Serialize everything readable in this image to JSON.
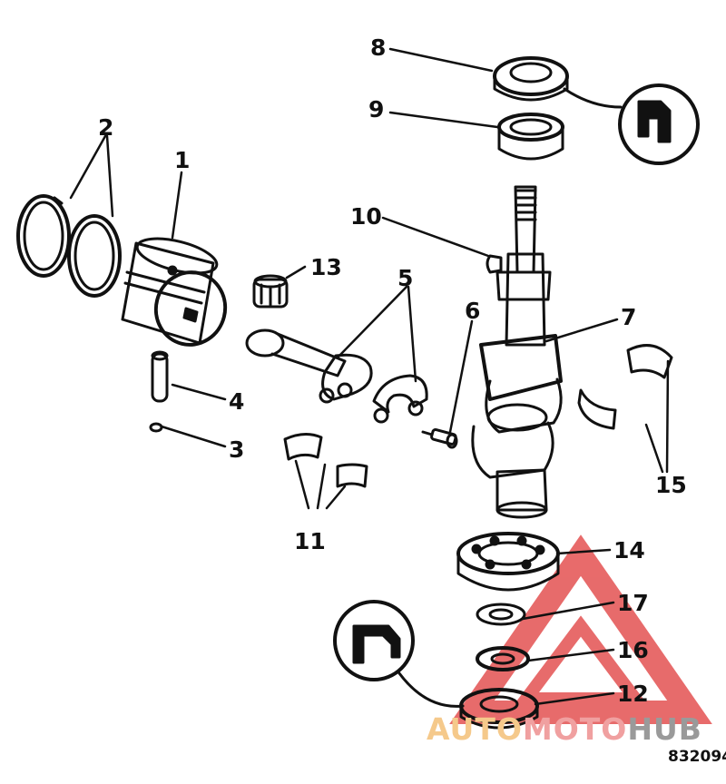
{
  "callouts": {
    "c1": "1",
    "c2": "2",
    "c3": "3",
    "c4": "4",
    "c5": "5",
    "c6": "6",
    "c7": "7",
    "c8": "8",
    "c9": "9",
    "c10": "10",
    "c11": "11",
    "c12": "12",
    "c13": "13",
    "c14": "14",
    "c15": "15",
    "c16": "16",
    "c17": "17"
  },
  "watermark": {
    "part1": "AUTO",
    "part2": "MOTO",
    "part3": "HUB"
  },
  "figure_code": "832094",
  "colors": {
    "line": "#111111",
    "watermark_red": "#e03a3a",
    "watermark_orange": "#f5c98b",
    "watermark_gray": "#9a9a9a"
  },
  "icons": [
    "allen-wrench-icon",
    "allen-wrench-icon"
  ]
}
